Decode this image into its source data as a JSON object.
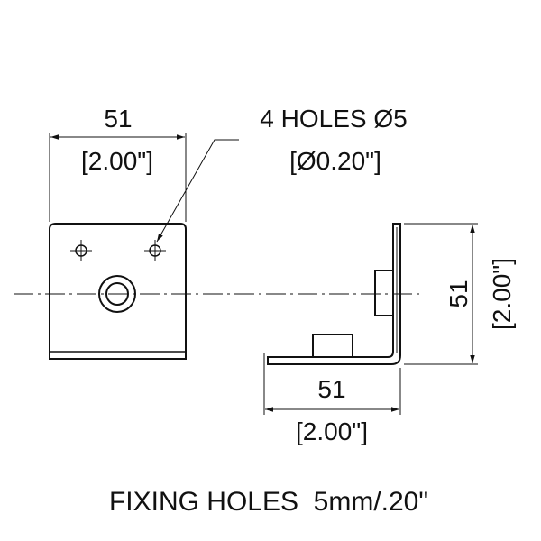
{
  "front_view": {
    "width_mm": "51",
    "width_in": "[2.00\"]"
  },
  "holes_callout": {
    "line1": "4 HOLES Ø5",
    "line2": "[Ø0.20\"]"
  },
  "side_view": {
    "height_mm": "51",
    "height_in": "[2.00\"]",
    "width_mm": "51",
    "width_in": "[2.00\"]"
  },
  "caption": "FIXING HOLES  5mm/.20\""
}
